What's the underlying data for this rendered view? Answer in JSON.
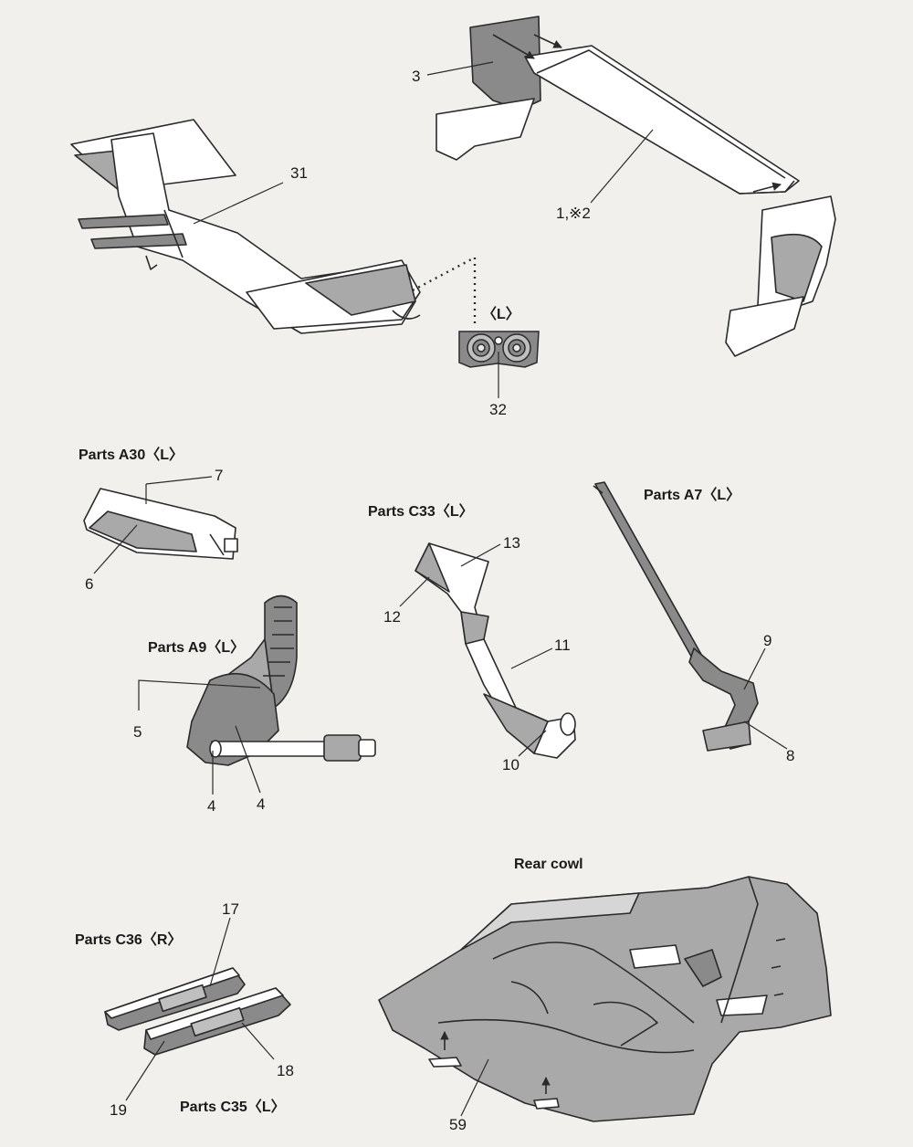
{
  "headers": {
    "a30": "Parts A30〈L〉",
    "c33": "Parts C33〈L〉",
    "a7": "Parts A7〈L〉",
    "a9": "Parts A9〈L〉",
    "rear_cowl": "Rear cowl",
    "c36": "Parts C36〈R〉",
    "c35": "Parts C35〈L〉",
    "decal_side": "〈L〉"
  },
  "callouts": {
    "n3": "3",
    "n1x2": "1,※2",
    "n31": "31",
    "n32": "32",
    "n7": "7",
    "n6": "6",
    "n13": "13",
    "n12": "12",
    "n11": "11",
    "n10": "10",
    "n9": "9",
    "n8": "8",
    "n5": "5",
    "n4a": "4",
    "n4b": "4",
    "n17": "17",
    "n18": "18",
    "n19": "19",
    "n59": "59"
  },
  "colors": {
    "ink": "#2a2a2a",
    "paper": "#f2f0ec",
    "part_fill": "#ffffff",
    "part_shade": "#a9a9a9",
    "part_dark": "#8a8a8a"
  }
}
